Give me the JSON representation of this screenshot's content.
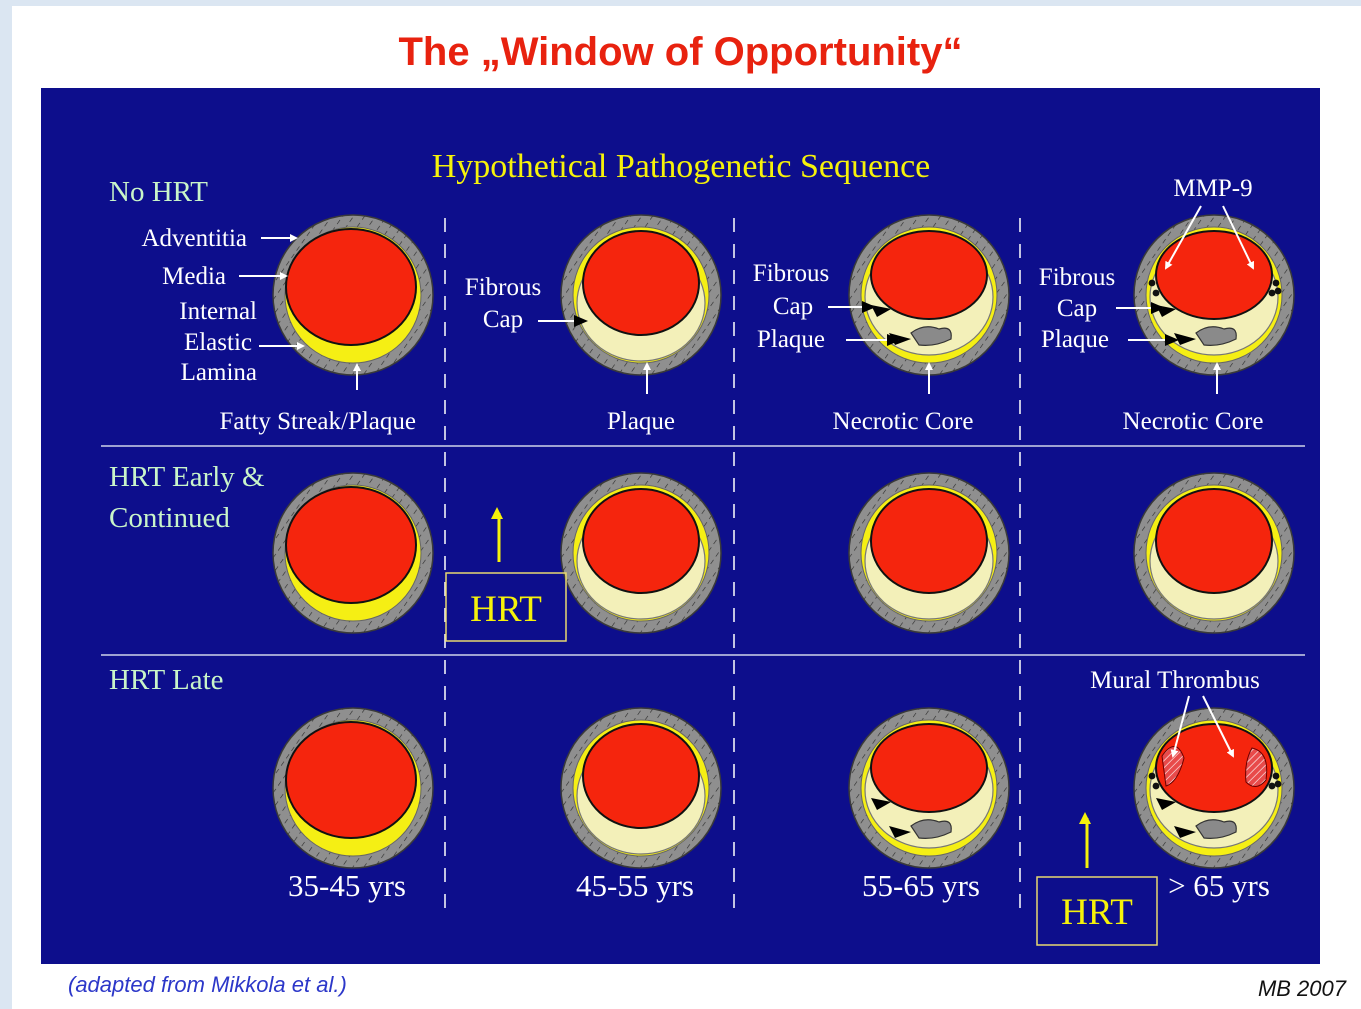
{
  "title": "The „Window of Opportunity“",
  "diagram": {
    "heading": "Hypothetical Pathogenetic Sequence",
    "rows": {
      "no_hrt": "No HRT",
      "early_line1": "HRT Early &",
      "early_line2": "Continued",
      "late": "HRT Late"
    },
    "labels": {
      "adventitia": "Adventitia",
      "media": "Media",
      "internal": "Internal",
      "elastic": "Elastic",
      "lamina": "Lamina",
      "fatty_streak": "Fatty Streak/Plaque",
      "fibrous": "Fibrous",
      "cap": "Cap",
      "plaque": "Plaque",
      "necrotic_core": "Necrotic Core",
      "mmp9": "MMP-9",
      "mural_thrombus": "Mural Thrombus",
      "hrt": "HRT"
    },
    "ages": [
      "35-45 yrs",
      "45-55 yrs",
      "55-65 yrs",
      "> 65 yrs"
    ]
  },
  "footer": {
    "source": "(adapted from Mikkola et al.)",
    "credit": "MB 2007"
  },
  "colors": {
    "title_red": "#e8220f",
    "panel_blue": "#0d0e8c",
    "row_label_green": "#c9f5c9",
    "heading_yellow": "#f6f20a",
    "lumen_red": "#f5250d",
    "plaque_yellow": "#f5ef14",
    "cap_cream": "#f3f0b9",
    "wall_gray": "#8f8f8f"
  }
}
